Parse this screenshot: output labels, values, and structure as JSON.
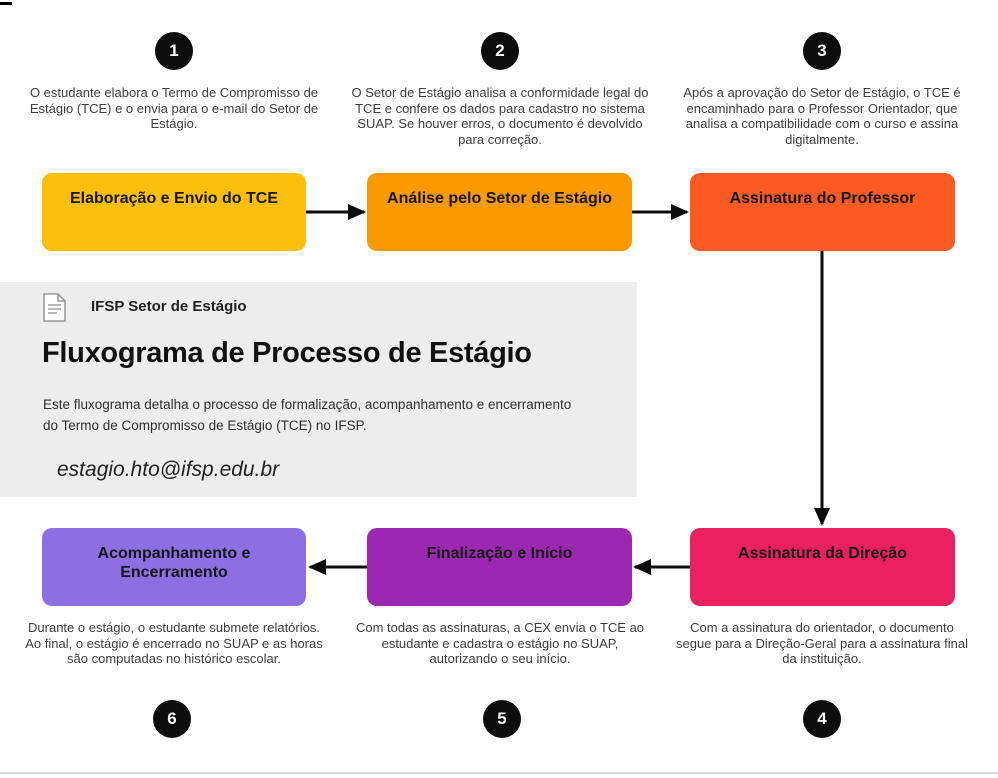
{
  "info_panel": {
    "org": "IFSP Setor de Estágio",
    "title": "Fluxograma de Processo de Estágio",
    "description": "Este fluxograma detalha o processo de formalização, acompanhamento e encerramento do Termo de Compromisso de Estágio (TCE) no IFSP.",
    "email": "estagio.hto@ifsp.edu.br",
    "icon": "document-icon"
  },
  "steps": [
    {
      "number": "1",
      "label": "Elaboração e Envio do TCE",
      "description": "O estudante elabora o Termo de Compromisso de Estágio (TCE) e o envia para o e-mail do Setor de Estágio.",
      "color": "#FCBF0A"
    },
    {
      "number": "2",
      "label": "Análise pelo Setor de Estágio",
      "description": "O Setor de Estágio analisa a conformidade legal do TCE e confere os dados para cadastro no sistema SUAP. Se houver erros, o documento é devolvido para correção.",
      "color": "#FB9901"
    },
    {
      "number": "3",
      "label": "Assinatura do Professor",
      "description": "Após a aprovação do Setor de Estágio, o TCE é encaminhado para o Professor Orientador, que analisa a compatibilidade com o curso e assina digitalmente.",
      "color": "#FB5A23"
    },
    {
      "number": "4",
      "label": "Assinatura da Direção",
      "description": "Com a assinatura do orientador, o documento segue para a Direção-Geral para a assinatura final da instituição.",
      "color": "#EA2060"
    },
    {
      "number": "5",
      "label": "Finalização e Início",
      "description": "Com todas as assinaturas, a CEX envia o TCE ao estudante e cadastra o estágio no SUAP, autorizando o seu início.",
      "color": "#9C27B0"
    },
    {
      "number": "6",
      "label": "Acompanhamento e Encerramento",
      "description": "Durante o estágio, o estudante submete relatórios. Ao final, o estágio é encerrado no SUAP e as horas são computadas no histórico escolar.",
      "color": "#8D6FE3"
    }
  ],
  "colors": {
    "badge_bg": "#0d0d0d",
    "panel_bg": "#EDEDED",
    "arrow": "#0d0d0d",
    "divider": "#D9D9D9"
  }
}
